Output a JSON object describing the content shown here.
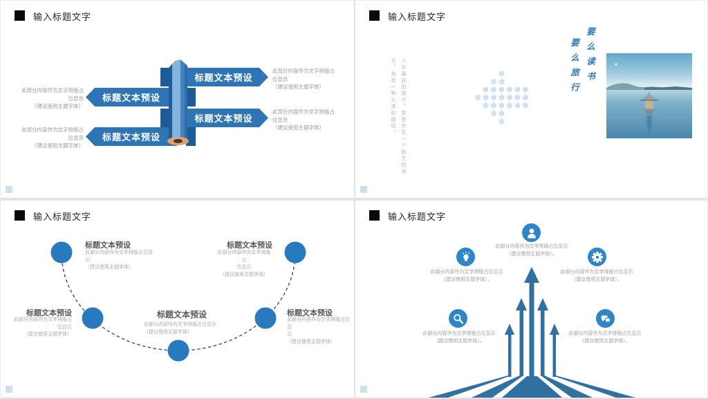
{
  "common": {
    "header_title": "输入标题文字"
  },
  "colors": {
    "accent_blue": "#2E75B6",
    "steel_blue": "#31719F",
    "icon_blue": "#2E86C8",
    "circle_blue": "#2979BE",
    "dot_arrow_blue": "#CFE2F3",
    "calligraphy_blue": "#2F79BB",
    "header_square": "#0A0A0A"
  },
  "slide1": {
    "arrows": [
      {
        "dir": "right",
        "title": "标题文本预设"
      },
      {
        "dir": "left",
        "title": "标题文本预设"
      },
      {
        "dir": "right",
        "title": "标题文本预设"
      },
      {
        "dir": "left",
        "title": "标题文本预设"
      }
    ],
    "desc_lines": [
      "此部分内容作为文字排版占",
      "位显示",
      "（建议使用主题字体）"
    ]
  },
  "slide2": {
    "quote_col_right": "人生最好的旅行，就是你在一个陌生的地",
    "quote_col_left": "方，发现一种久违的感动。",
    "vtitle_right": "要么读书",
    "vtitle_left": "要么旅行"
  },
  "slide3": {
    "items": [
      {
        "pos": "top-left",
        "title": "标题文本预设",
        "lines": [
          "此部分内容作为文字排版占位显",
          "示",
          "（建议使用主题字体）"
        ]
      },
      {
        "pos": "mid-left",
        "title": "标题文本预设",
        "lines": [
          "此部分内容作为文字排版占",
          "位显示",
          "（建议使用主题字体）"
        ]
      },
      {
        "pos": "bottom-center",
        "title": "标题文本预设",
        "lines": [
          "此部分内容作为文字排版占位显示",
          "（建议使用主题字体）"
        ]
      },
      {
        "pos": "mid-right",
        "title": "标题文本预设",
        "lines": [
          "此部分内容作为文字排版占位显",
          "示",
          "（建议使用主题字体）"
        ]
      },
      {
        "pos": "top-right",
        "title": "标题文本预设",
        "lines": [
          "此部分内容作为文字排版占",
          "位显示",
          "（建议使用主题字体）"
        ]
      }
    ]
  },
  "slide4": {
    "items": [
      {
        "icon": "user",
        "line1": "此部分内容作为文字排版占位显示",
        "line2": "（建议使用主题字体）。"
      },
      {
        "icon": "lightbulb",
        "line1": "此部分内容作为文字排版占位显示",
        "line2": "（建议使用主题字体）。"
      },
      {
        "icon": "gear",
        "line1": "此部分内容作为文字排版占位显示",
        "line2": "（建议使用主题字体）。"
      },
      {
        "icon": "search",
        "line1": "此部分内容作为文字排版占位显示",
        "line2": "（建议使用主题字体）。"
      },
      {
        "icon": "chat",
        "line1": "此部分内容作为文字排版占位显示",
        "line2": "（建议使用主题字体）。"
      }
    ]
  }
}
